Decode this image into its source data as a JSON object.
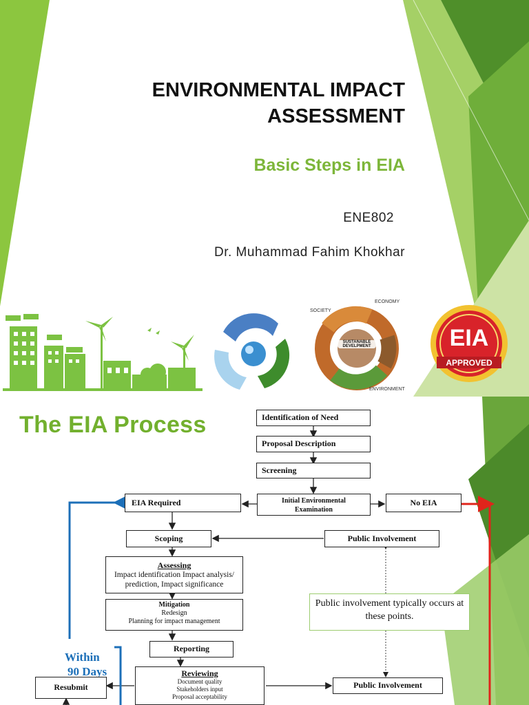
{
  "slide1": {
    "title_line1": "ENVIRONMENTAL IMPACT",
    "title_line2": "ASSESSMENT",
    "subtitle": "Basic Steps in EIA",
    "course": "ENE802",
    "author": "Dr. Muhammad Fahim Khokhar",
    "images": {
      "sustainability": {
        "society": "SOCIETY",
        "economy": "ECONOMY",
        "center": "SUSTANABLE DEVELPMENT",
        "environment": "ENVIRONMENT"
      },
      "stamp": {
        "main": "EIA",
        "approved": "APPROVED"
      }
    }
  },
  "slide2": {
    "title": "The EIA Process",
    "flow": {
      "identification": "Identification of Need",
      "proposal": "Proposal Description",
      "screening": "Screening",
      "eia_required": "EIA Required",
      "iee_line1": "Initial Environmental",
      "iee_line2": "Examination",
      "no_eia": "No EIA",
      "scoping": "Scoping",
      "public1": "Public Involvement",
      "assessing": "Assessing",
      "assessing_detail": "Impact identification Impact analysis/ prediction, Impact significance",
      "mitigation": "Mitigation",
      "mitigation_d1": "Redesign",
      "mitigation_d2": "Planning for impact management",
      "note": "Public involvement typically occurs at these points.",
      "reporting": "Reporting",
      "reviewing": "Reviewing",
      "review_d1": "Document quality",
      "review_d2": "Stakeholders input",
      "review_d3": "Proposal acceptability",
      "public2": "Public Involvement",
      "resubmit": "Resubmit",
      "within1": "Within",
      "within2": "90 Days"
    },
    "colors": {
      "accent_green": "#7db63a",
      "arrow_blue": "#1c6fb8",
      "arrow_red": "#e0241b"
    }
  }
}
